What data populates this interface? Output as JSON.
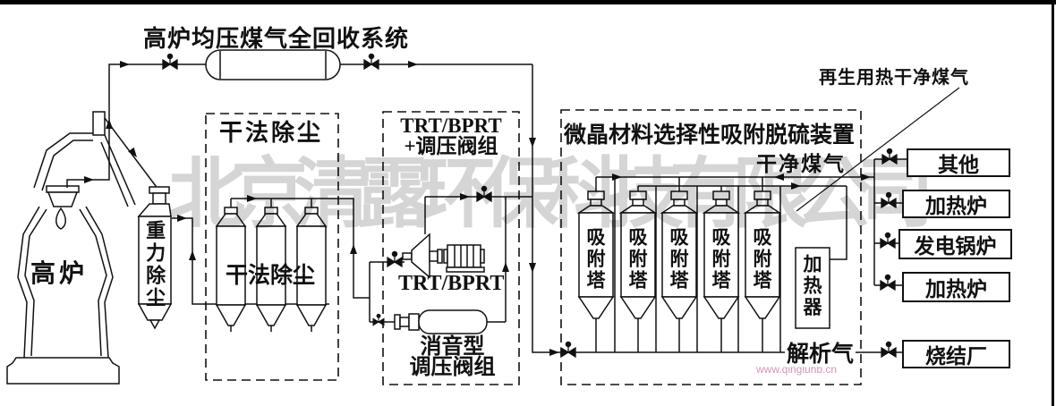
{
  "title": "高炉均压煤气全回收系统",
  "watermark": {
    "company": "北京清露环保科技有限公司",
    "website": "www.qingluhb.cn"
  },
  "blast_furnace": {
    "label": "高炉"
  },
  "gravity_dust_collector": {
    "label": "重力除尘"
  },
  "dry_dedusting": {
    "box_label": "干法除尘",
    "vessels_label": "干法除尘"
  },
  "trt_unit": {
    "box_title_line1": "TRT/BPRT",
    "box_title_line2": "+调压阀组",
    "turbine_label": "TRT/BPRT",
    "muffler_label_line1": "消音型",
    "muffler_label_line2": "调压阀组"
  },
  "desulfurization_unit": {
    "box_title": "微晶材料选择性吸附脱硫装置",
    "clean_gas_label": "干净煤气",
    "tower_label": "吸附塔",
    "heater_label": "加热器",
    "desorption_gas_label": "解析气"
  },
  "regeneration_gas_label": "再生用热干净煤气",
  "consumers": {
    "items": [
      "其他",
      "加热炉",
      "发电锅炉",
      "加热炉",
      "烧结厂"
    ]
  }
}
